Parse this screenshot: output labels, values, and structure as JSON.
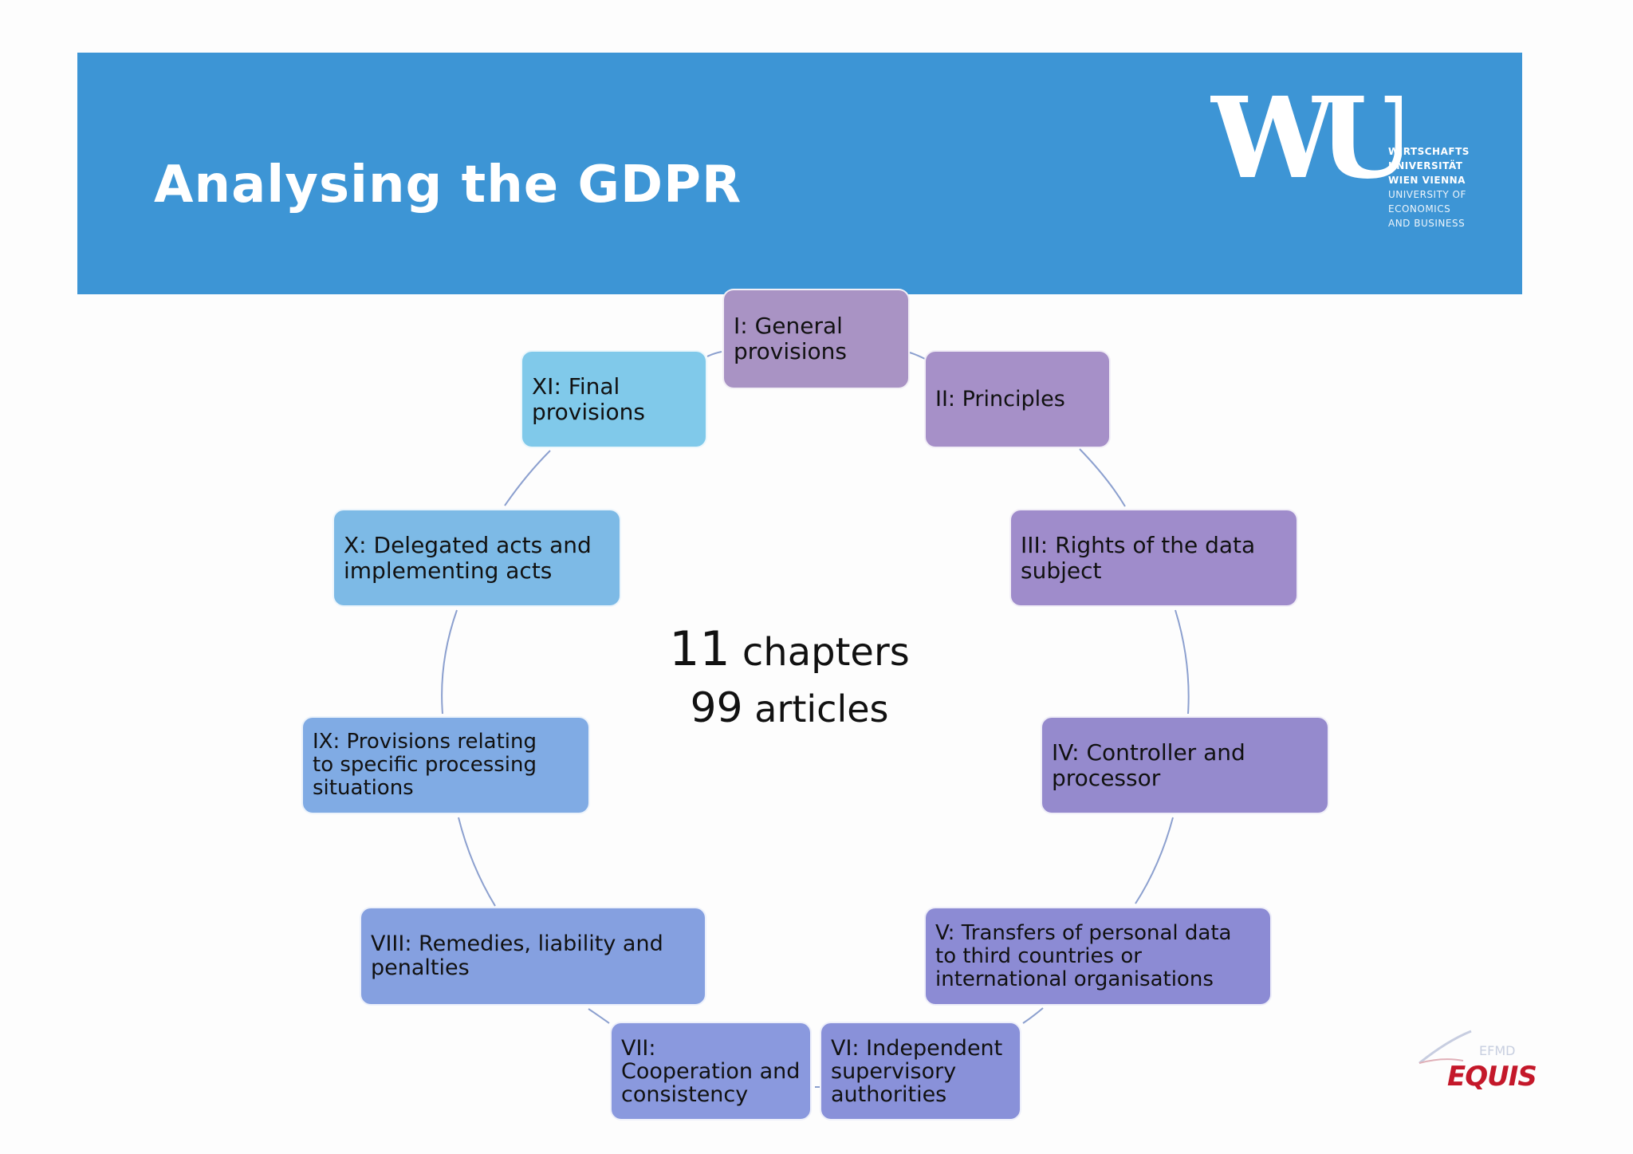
{
  "slide": {
    "title": "Analysing the GDPR"
  },
  "logo": {
    "mark": "WU",
    "lines": [
      "WIRTSCHAFTS",
      "UNIVERSITÄT",
      "WIEN VIENNA",
      "UNIVERSITY OF",
      "ECONOMICS",
      "AND BUSINESS"
    ]
  },
  "center": {
    "chapters_number": "11",
    "chapters_label": "chapters",
    "articles_number": "99",
    "articles_label": "articles"
  },
  "chapters": [
    {
      "label": "I: General\nprovisions",
      "color": "#a993c4"
    },
    {
      "label": "II: Principles",
      "color": "#a690c8"
    },
    {
      "label": "III: Rights of the data\nsubject",
      "color": "#9f8ccb"
    },
    {
      "label": "IV:  Controller and\nprocessor",
      "color": "#958acd"
    },
    {
      "label": "V: Transfers of personal data\nto third countries or\ninternational organisations",
      "color": "#8c8bd4"
    },
    {
      "label": "VI: Independent\nsupervisory\nauthorities",
      "color": "#8991d9"
    },
    {
      "label": " VII:\nCooperation and\nconsistency",
      "color": "#8a99de"
    },
    {
      "label": "VIII: Remedies, liability and\npenalties",
      "color": "#85a0e0"
    },
    {
      "label": "IX: Provisions relating\nto specific processing\nsituations",
      "color": "#80abe4"
    },
    {
      "label": "X: Delegated acts and\nimplementing acts",
      "color": "#7dbae6"
    },
    {
      "label": "XI: Final\nprovisions",
      "color": "#80c9ea"
    }
  ],
  "accreditation": {
    "top": "EFMD",
    "main": "EQUIS"
  }
}
